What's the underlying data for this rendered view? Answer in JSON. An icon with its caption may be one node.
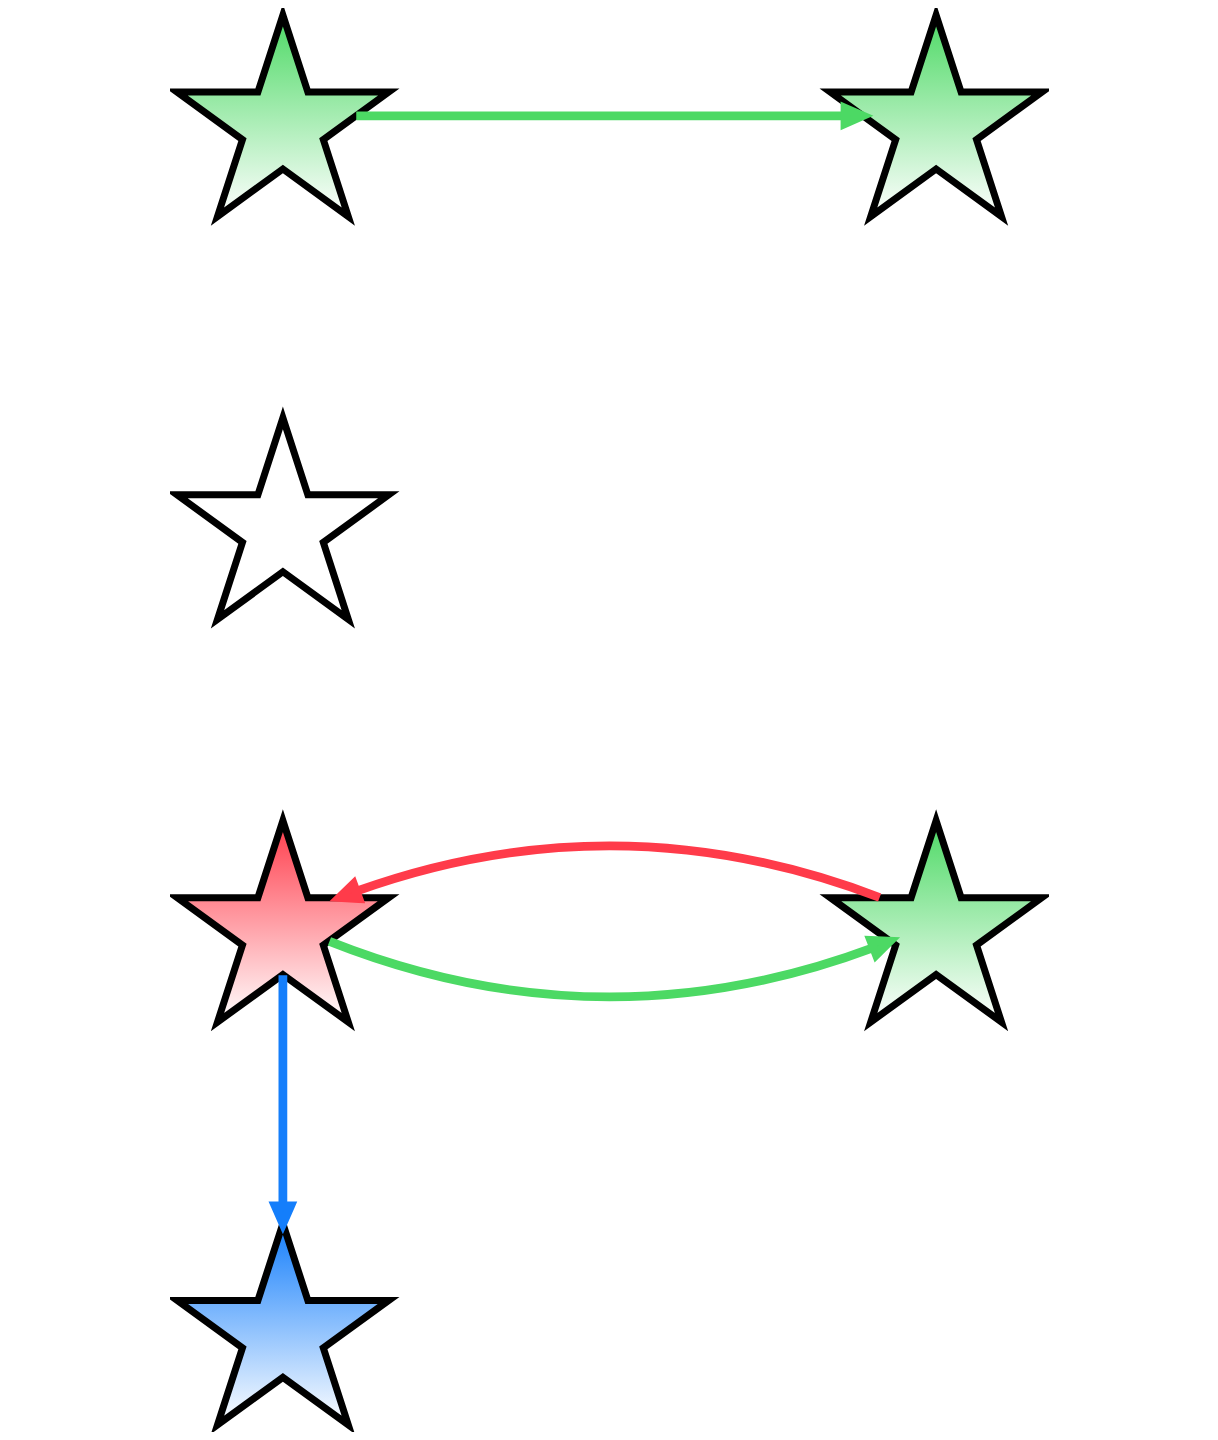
{
  "diagram": {
    "nodes": [
      {
        "text": [],
        "shape": "star"
      },
      {
        "text": [],
        "shape": "star"
      },
      {
        "text": [],
        "shape": "star"
      },
      {
        "text": [],
        "shape": "star"
      },
      {
        "text": [],
        "shape": "star"
      },
      {
        "text": [],
        "shape": "star"
      }
    ],
    "edges": [
      {
        "from": 0,
        "to": 1,
        "arrow": "to",
        "color": "#4cd964"
      },
      {
        "from": 3,
        "to": 4,
        "arrow": "to",
        "color": "#4cd964"
      },
      {
        "from": 4,
        "to": 3,
        "arrow": "to",
        "color": "#ff3b4a"
      },
      {
        "from": 3,
        "to": 5,
        "arrow": "to",
        "color": "#147efb"
      }
    ]
  }
}
